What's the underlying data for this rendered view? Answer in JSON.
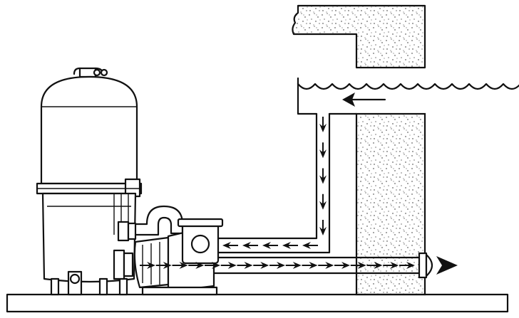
{
  "diagram": {
    "type": "pool-circulation-diagram",
    "components": [
      "pool-wall",
      "pool-water",
      "pool-coping",
      "filter-tank",
      "pump",
      "suction-pipe",
      "return-pipe",
      "return-inlet-fitting",
      "equipment-pad"
    ],
    "flow": {
      "suction_direction": "pool-to-pump",
      "return_direction": "pump-to-pool",
      "suction_arrow_count_vertical": 5,
      "suction_arrow_count_horizontal": 5,
      "return_arrow_count": 17
    },
    "colors": {
      "line": "#111111",
      "background": "#ffffff",
      "stipple": "#222222"
    },
    "icons": [
      "flow-arrow-icon",
      "flow-arrowhead-icon"
    ]
  }
}
